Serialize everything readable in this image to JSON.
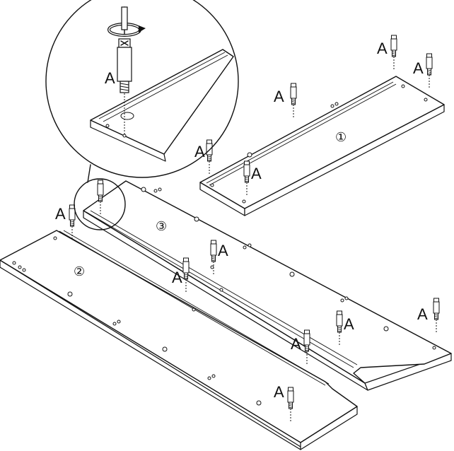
{
  "diagram": {
    "part_label": "A",
    "panels": [
      {
        "id": "panel-1",
        "number": "①"
      },
      {
        "id": "panel-2",
        "number": "②"
      },
      {
        "id": "panel-3",
        "number": "③"
      }
    ],
    "detail": {
      "part_label": "A"
    }
  }
}
